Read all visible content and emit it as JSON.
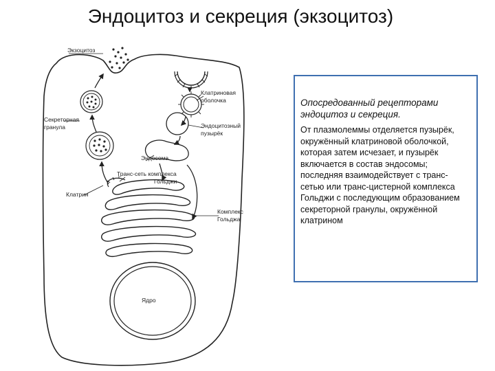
{
  "title": "Эндоцитоз и секреция (экзоцитоз)",
  "labels": {
    "exocytosis": "Экзоцитоз",
    "secretory_granule_1": "Секреторная",
    "secretory_granule_2": "гранула",
    "clathrin_coat_1": "Клатриновая",
    "clathrin_coat_2": "оболочка",
    "endocytic_vesicle_1": "Эндоцитозный",
    "endocytic_vesicle_2": "пузырёк",
    "endosome": "Эндосома",
    "trans_golgi_1": "Транс-сеть комплекса",
    "trans_golgi_2": "Гольджи",
    "clathrin": "Клатрин",
    "golgi_1": "Комплекс",
    "golgi_2": "Гольджа",
    "nucleus": "Ядро"
  },
  "callout": {
    "heading": "Опосредованный рецепторами эндоцитоз и секреция.",
    "body": "От плазмолеммы отделяется пузырёк, окружённый клатриновой оболочкой, которая затем исчезает, и пузырёк включается в состав эндосомы; последняя взаимодействует с транс-сетью или транс-цистерной комплекса Гольджи с последующим образованием секреторной гранулы, окружённой клатрином"
  },
  "colors": {
    "callout_border": "#3e6fb0",
    "line": "#222222"
  }
}
